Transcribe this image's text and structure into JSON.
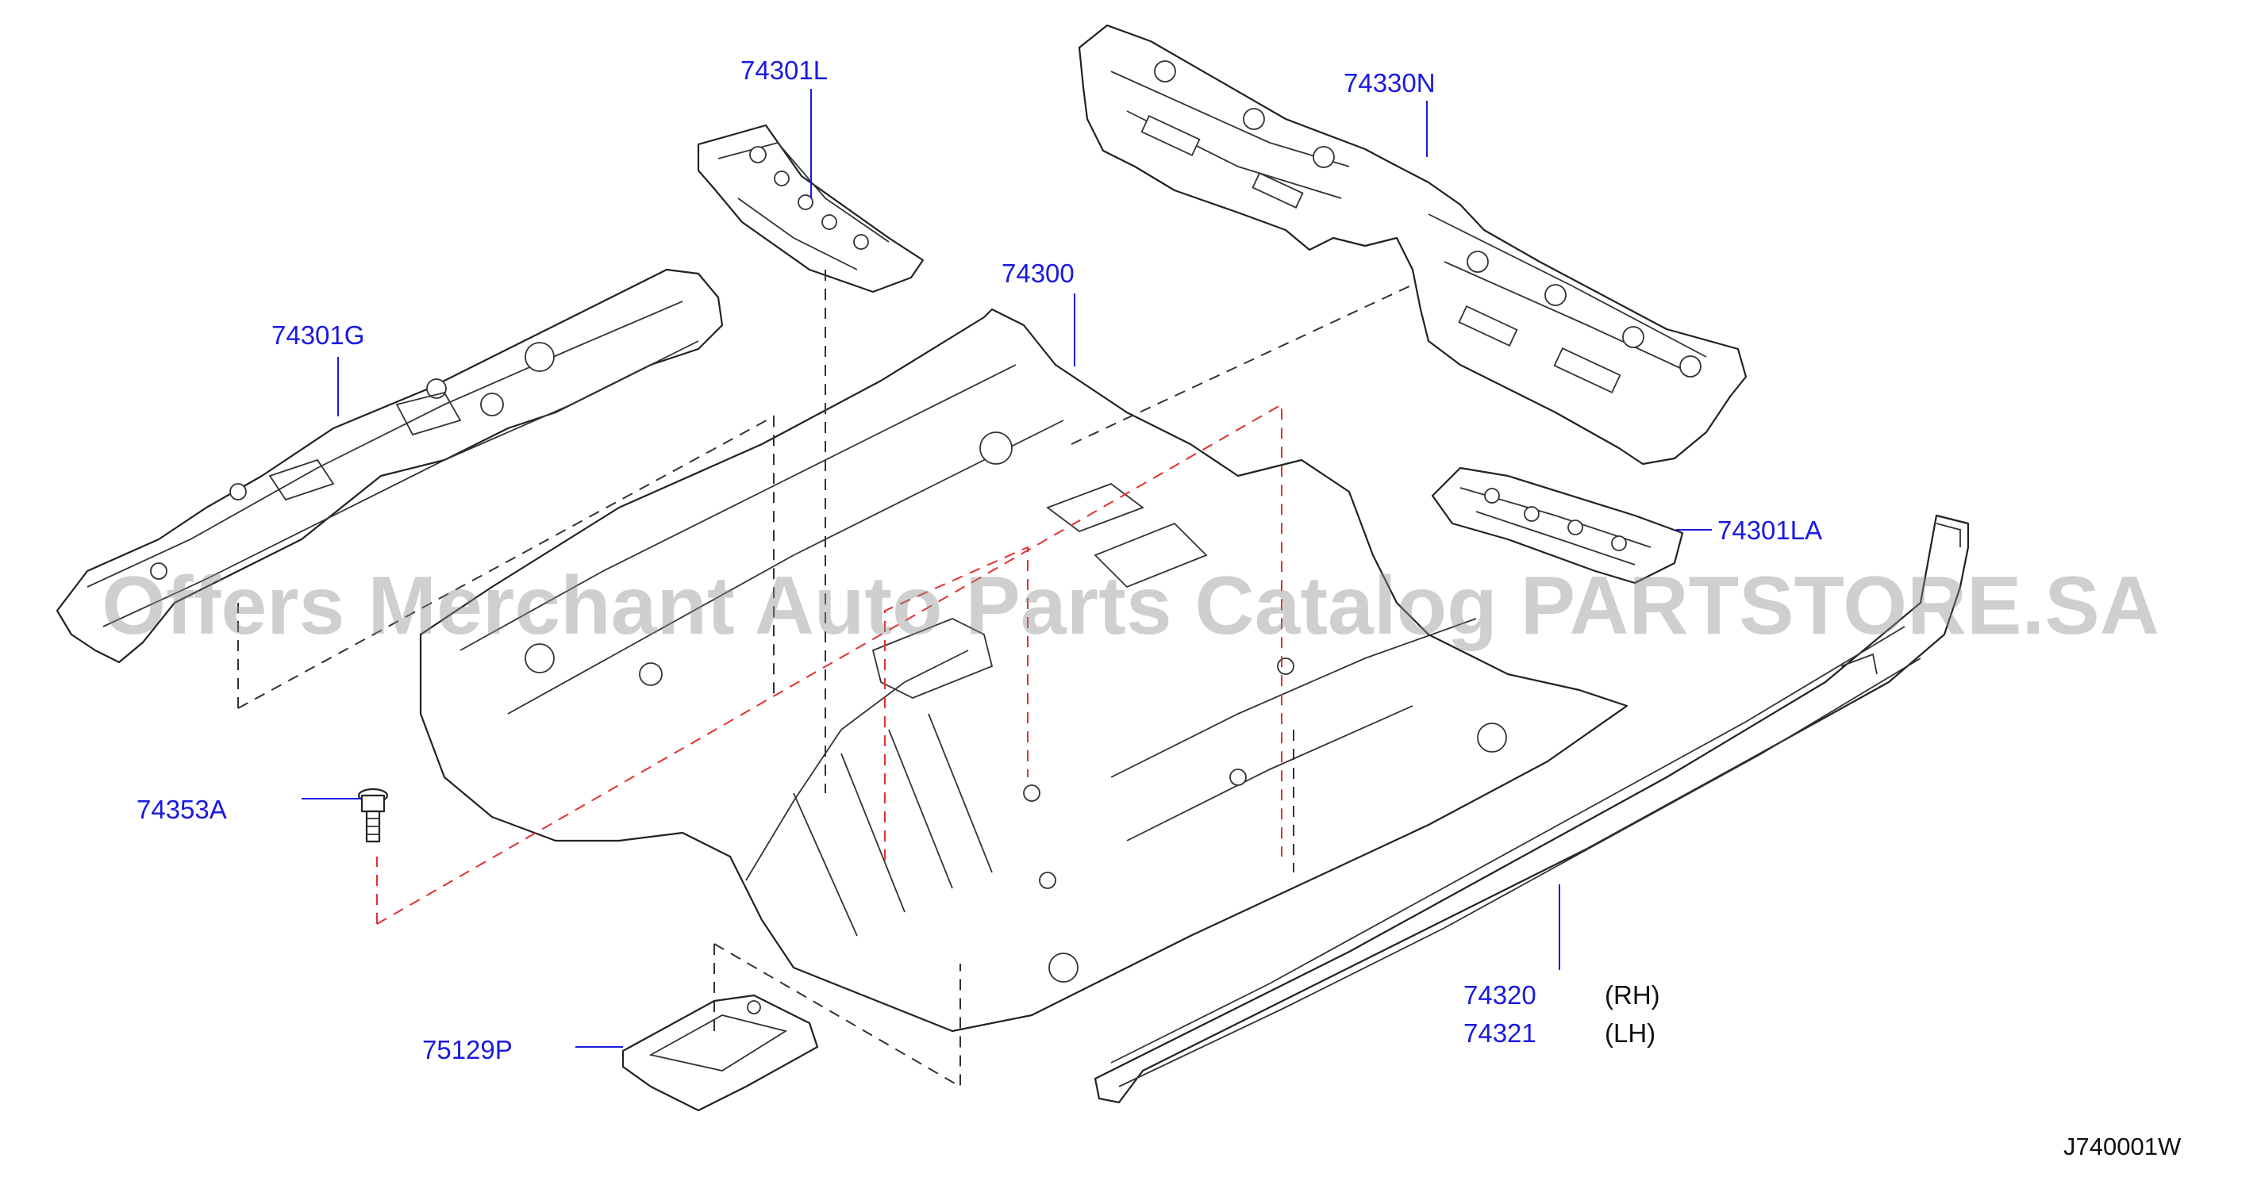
{
  "diagram": {
    "callouts": [
      {
        "id": "74301L",
        "label": "74301L"
      },
      {
        "id": "74330N",
        "label": "74330N"
      },
      {
        "id": "74300",
        "label": "74300"
      },
      {
        "id": "74301G",
        "label": "74301G"
      },
      {
        "id": "74301LA",
        "label": "74301LA"
      },
      {
        "id": "74353A",
        "label": "74353A"
      },
      {
        "id": "74320",
        "label": "74320"
      },
      {
        "id": "74321",
        "label": "74321"
      },
      {
        "id": "75129P",
        "label": "75129P"
      }
    ],
    "sides": {
      "rh": "(RH)",
      "lh": "(LH)"
    },
    "reference_code": "J740001W",
    "watermark": "Offers Merchant Auto Parts Catalog PARTSTORE.SA",
    "colors": {
      "callout": "#1a1ae0",
      "line": "#222222",
      "red_dash": "#e23030",
      "watermark": "#8c8c8c"
    }
  }
}
